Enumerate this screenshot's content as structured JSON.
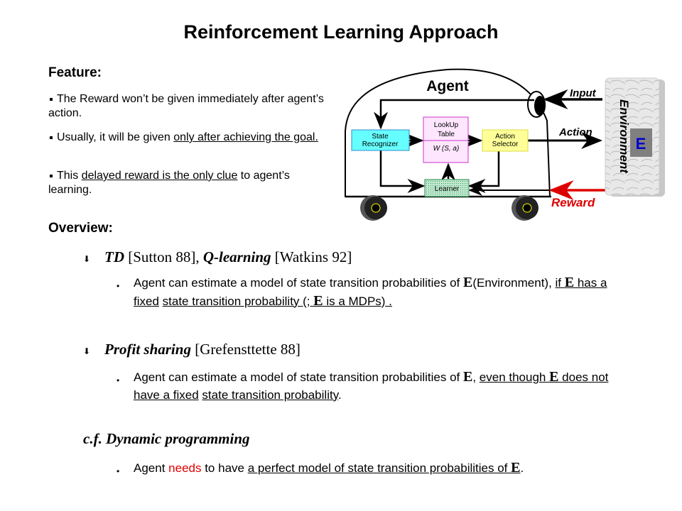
{
  "title": "Reinforcement Learning Approach",
  "feature": {
    "heading": "Feature:",
    "bullets": [
      {
        "text": "The Reward won’t be given immediately after agent’s action."
      },
      {
        "pre": "Usually, it will be given  ",
        "underlined": "only after achieving the goal."
      },
      {
        "pre": "This ",
        "underlined": "delayed reward is the only clue",
        "post": " to agent’s learning."
      }
    ]
  },
  "diagram": {
    "agent_label": "Agent",
    "state_recognizer": [
      "State",
      "Recognizer"
    ],
    "lookup_table": [
      "LookUp",
      "Table",
      "W (S, a)"
    ],
    "action_selector": [
      "Action",
      "Selector"
    ],
    "learner": "Learner",
    "input_label": "Input",
    "action_label": "Action",
    "reward_label": "Reward",
    "environment_label": "Environment",
    "environment_symbol": "E",
    "colors": {
      "state": "#66ffff",
      "lookup": "#ffe6ff",
      "action": "#ffff99",
      "learner": "#99ddbb",
      "reward": "#dd0000"
    }
  },
  "overview": {
    "heading": "Overview:",
    "td": {
      "t1": "TD",
      "r1": " [Sutton 88], ",
      "t2": "Q-learning",
      "r2": " [Watkins 92]",
      "body": {
        "a": "Agent can estimate a model of state transition probabilities of ",
        "E1": "E",
        "b": "(Environment),  ",
        "u1a": "if ",
        "E2": "E",
        "u1b": " has a fixed",
        "sp": " ",
        "u2a": "state transition probability (; ",
        "E3": "E",
        "u2b": " is a MDPs) ."
      }
    },
    "profit": {
      "t": "Profit sharing",
      "r": " [Grefensttette 88]",
      "body": {
        "a": "Agent can estimate a model of state transition probabilities of ",
        "E1": "E",
        "b": ", ",
        "u1a": "even though ",
        "E2": "E",
        "u1b": " does not have a fixed",
        "sp": " ",
        "u2": "state transition probability",
        "c": "."
      }
    },
    "cf": {
      "t": "c.f.  Dynamic programming",
      "body": {
        "a": "Agent ",
        "needs": "needs",
        "b": " to have ",
        "u": "a perfect model of state transition probabilities of ",
        "E": "E",
        "c": "."
      }
    }
  }
}
